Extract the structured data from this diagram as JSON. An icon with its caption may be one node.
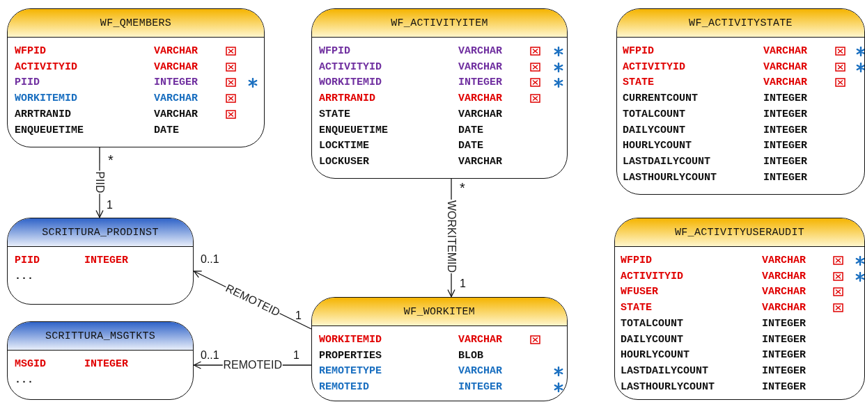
{
  "diagram": {
    "nodes": [
      {
        "text": [
          "WF_QMEMBERS",
          "WFPID",
          "VARCHAR",
          "ACTIVITYID",
          "VARCHAR",
          "PIID",
          "INTEGER",
          "WORKITEMID",
          "VARCHAR",
          "ARRTRANID",
          "VARCHAR",
          "ENQUEUETIME",
          "DATE"
        ]
      },
      {
        "text": [
          "WF_ACTIVITYITEM",
          "WFPID",
          "VARCHAR",
          "ACTIVITYID",
          "VARCHAR",
          "WORKITEMID",
          "INTEGER",
          "ARRTRANID",
          "VARCHAR",
          "STATE",
          "VARCHAR",
          "ENQUEUETIME",
          "DATE",
          "LOCKTIME",
          "DATE",
          "LOCKUSER",
          "VARCHAR"
        ]
      },
      {
        "text": [
          "WF_ACTIVITYSTATE",
          "WFPID",
          "VARCHAR",
          "ACTIVITYID",
          "VARCHAR",
          "STATE",
          "VARCHAR",
          "CURRENTCOUNT",
          "INTEGER",
          "TOTALCOUNT",
          "INTEGER",
          "DAILYCOUNT",
          "INTEGER",
          "HOURLYCOUNT",
          "INTEGER",
          "LASTDAILYCOUNT",
          "INTEGER",
          "LASTHOURLYCOUNT",
          "INTEGER"
        ]
      },
      {
        "text": [
          "SCRITTURA_PRODINST",
          "PIID",
          "INTEGER",
          "..."
        ]
      },
      {
        "text": [
          "WF_ACTIVITYUSERAUDIT",
          "WFPID",
          "VARCHAR",
          "ACTIVITYID",
          "VARCHAR",
          "WFUSER",
          "VARCHAR",
          "STATE",
          "VARCHAR",
          "TOTALCOUNT",
          "INTEGER",
          "DAILYCOUNT",
          "INTEGER",
          "HOURLYCOUNT",
          "INTEGER",
          "LASTDAILYCOUNT",
          "INTEGER",
          "LASTHOURLYCOUNT",
          "INTEGER"
        ]
      },
      {
        "text": [
          "WF_WORKITEM",
          "WORKITEMID",
          "VARCHAR",
          "PROPERTIES",
          "BLOB",
          "REMOTETYPE",
          "VARCHAR",
          "REMOTEID",
          "INTEGER"
        ]
      },
      {
        "text": [
          "SCRITTURA_MSGTKTS",
          "MSGID",
          "INTEGER",
          "..."
        ]
      }
    ],
    "edges": [
      {
        "from": 0,
        "to": 3,
        "arrow": "to",
        "label": "PIID"
      },
      {
        "from": 1,
        "to": 5,
        "arrow": "to",
        "label": "WORKITEMID"
      },
      {
        "from": 5,
        "to": 3,
        "arrow": "to",
        "label": "REMOTEID"
      },
      {
        "from": 5,
        "to": 6,
        "arrow": "to",
        "label": "REMOTEID"
      }
    ],
    "labels": [
      "*",
      "*",
      "1",
      "0..1",
      "1",
      "1",
      "1",
      "0..1"
    ]
  }
}
